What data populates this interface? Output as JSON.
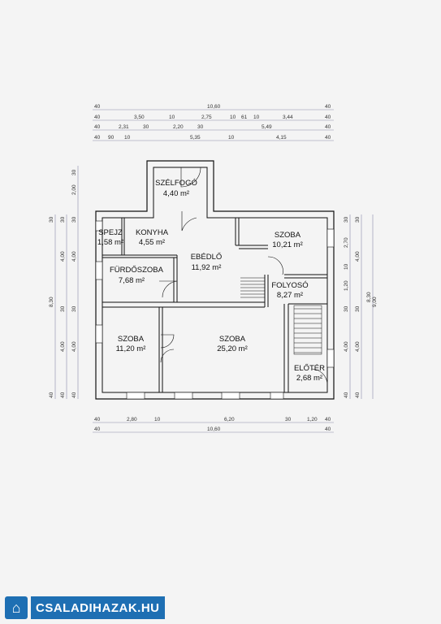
{
  "rooms": [
    {
      "name": "SZÉLFOGÓ",
      "area": "4,40 m²"
    },
    {
      "name": "SPEJZ",
      "area": "1,58 m²"
    },
    {
      "name": "KONYHA",
      "area": "4,55 m²"
    },
    {
      "name": "EBÉDLŐ",
      "area": "11,92 m²"
    },
    {
      "name": "SZOBA",
      "area": "10,21 m²"
    },
    {
      "name": "FÜRDŐSZOBA",
      "area": "7,68 m²"
    },
    {
      "name": "FOLYOSÓ",
      "area": "8,27 m²"
    },
    {
      "name": "SZOBA",
      "area": "11,20 m²"
    },
    {
      "name": "SZOBA",
      "area": "25,20 m²"
    },
    {
      "name": "ELŐTÉR",
      "area": "2,68 m²"
    }
  ],
  "dims_top": [
    [
      "40",
      "10,60",
      "40"
    ],
    [
      "40",
      "3,50",
      "10",
      "2,75",
      "10",
      "61",
      "10",
      "3,44",
      "40"
    ],
    [
      "40",
      "2,31",
      "30",
      "2,20",
      "30",
      "5,49",
      "40"
    ],
    [
      "40",
      "90",
      "10",
      "5,35",
      "10",
      "4,15",
      "40"
    ]
  ],
  "dims_bottom": [
    [
      "40",
      "2,80",
      "10",
      "6,20",
      "30",
      "1,20",
      "40"
    ],
    [
      "40",
      "10,60",
      "40"
    ]
  ],
  "dims_left": [
    [
      "30",
      "2,00",
      "30"
    ],
    [
      "30",
      "4,00",
      "30",
      "4,00",
      "40"
    ],
    [
      "30",
      "4,00",
      "30",
      "4,00",
      "40"
    ],
    [
      "8,30"
    ]
  ],
  "dims_right": [
    [
      "30",
      "4,00",
      "30",
      "4,00",
      "40"
    ],
    [
      "2,70",
      "10",
      "1,20",
      "30"
    ],
    [
      "8,30"
    ],
    [
      "9,00"
    ]
  ],
  "logo": {
    "badge": "⌂",
    "text": "CSALADIHAZAK.HU"
  }
}
